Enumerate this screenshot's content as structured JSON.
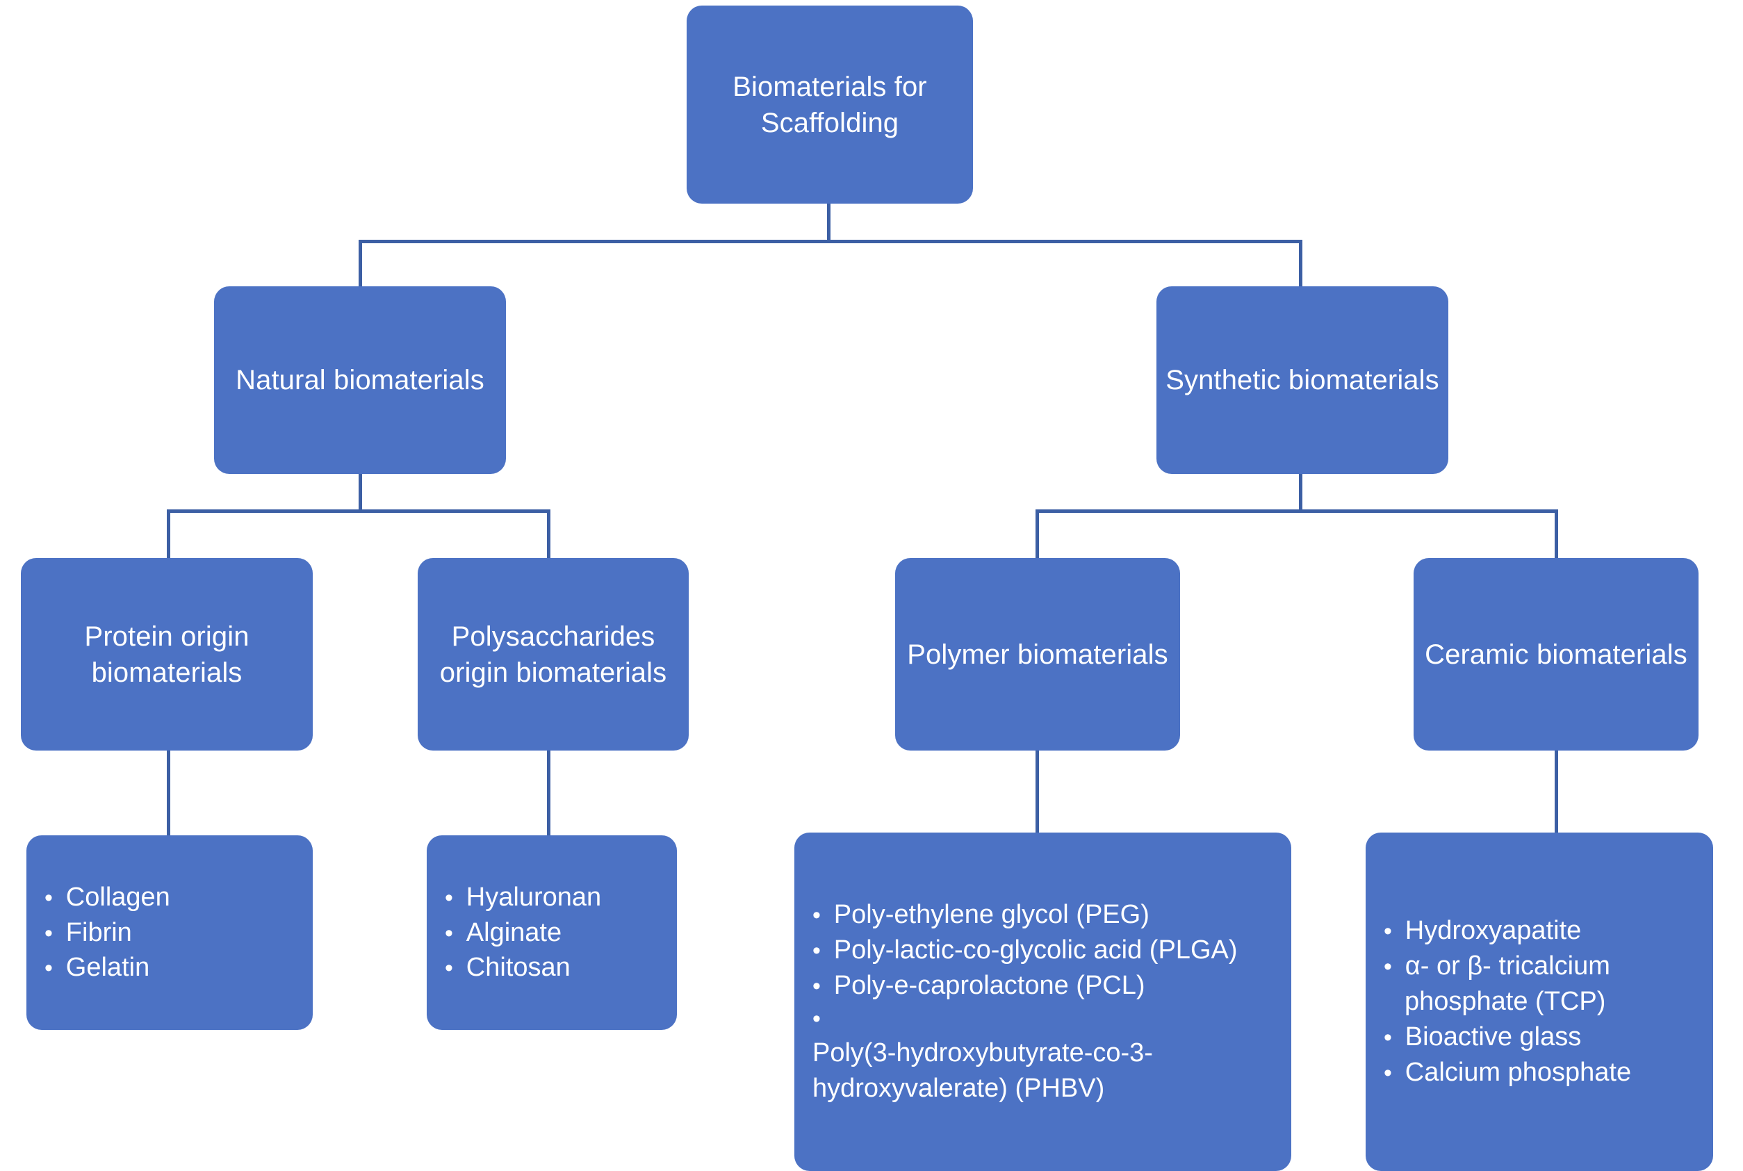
{
  "diagram": {
    "title": "Biomaterials for Scaffolding",
    "type": "hierarchy-tree",
    "colors": {
      "node_fill": "#4C72C4",
      "connector": "#3C5FA4",
      "text": "#FFFFFF",
      "background": "#FFFFFF"
    },
    "root": {
      "label": "Biomaterials for Scaffolding"
    },
    "branches": [
      {
        "id": "natural",
        "label": "Natural biomaterials"
      },
      {
        "id": "synthetic",
        "label": "Synthetic biomaterials"
      }
    ],
    "categories": [
      {
        "id": "protein",
        "label": "Protein origin biomaterials",
        "parent": "natural"
      },
      {
        "id": "polysaccharides",
        "label": "Polysaccharides origin biomaterials",
        "parent": "natural"
      },
      {
        "id": "polymer",
        "label": "Polymer biomaterials",
        "parent": "synthetic"
      },
      {
        "id": "ceramic",
        "label": "Ceramic biomaterials",
        "parent": "synthetic"
      }
    ],
    "leaves": [
      {
        "id": "protein-items",
        "parent": "protein",
        "items": [
          "Collagen",
          "Fibrin",
          "Gelatin"
        ]
      },
      {
        "id": "polysaccharide-items",
        "parent": "polysaccharides",
        "items": [
          "Hyaluronan",
          "Alginate",
          "Chitosan"
        ]
      },
      {
        "id": "polymer-items",
        "parent": "polymer",
        "items": [
          "Poly-ethylene glycol (PEG)",
          "Poly-lactic-co-glycolic acid (PLGA)",
          "Poly-e-caprolactone (PCL)",
          "Poly(3-hydroxybutyrate-co-3-hydroxyvalerate) (PHBV)"
        ]
      },
      {
        "id": "ceramic-items",
        "parent": "ceramic",
        "items": [
          "Hydroxyapatite",
          "α- or β- tricalcium phosphate (TCP)",
          "Bioactive glass",
          "Calcium phosphate"
        ]
      }
    ]
  }
}
